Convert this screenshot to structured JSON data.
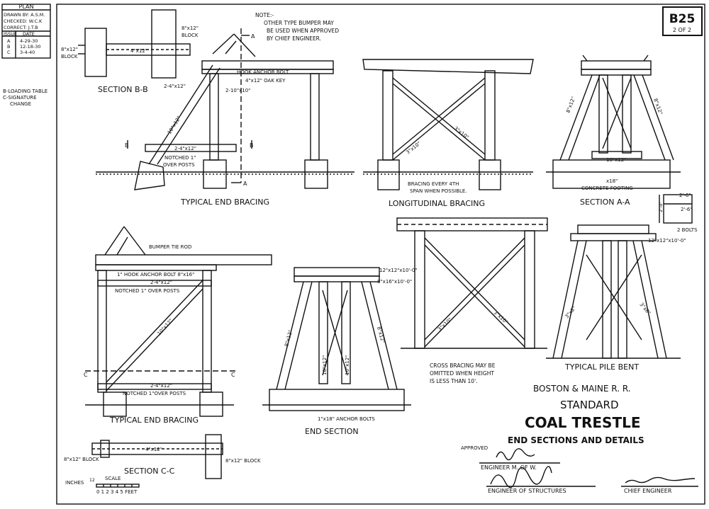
{
  "sheet": {
    "number": "B25",
    "sub": "2 OF 2"
  },
  "plan_box": {
    "title": "PLAN",
    "drawn_by": "DRAWN BY: A.S.M.",
    "checked": "CHECKED: W.C.K",
    "correct": "CORRECT: J.T.B",
    "col_issue": "ISSUE",
    "col_date": "DATE",
    "rows": [
      {
        "issue": "A",
        "date": "4-29-30"
      },
      {
        "issue": "B",
        "date": "12-18-30"
      },
      {
        "issue": "C",
        "date": "3-4-40"
      }
    ],
    "note_b": "B-LOADING TABLE",
    "note_c1": "C-SIGNATURE",
    "note_c2": "CHANGE"
  },
  "note": {
    "l1": "NOTE:-",
    "l2": "OTHER TYPE BUMPER MAY",
    "l3": "BE USED WHEN APPROVED",
    "l4": "BY CHIEF ENGINEER."
  },
  "views": {
    "section_bb": "SECTION B-B",
    "typical_end_bracing_top": "TYPICAL END BRACING",
    "longitudinal_bracing": "LONGITUDINAL BRACING",
    "section_aa": "SECTION A-A",
    "typical_end_bracing_bottom": "TYPICAL END BRACING",
    "end_section": "END SECTION",
    "typical_pile_bent": "TYPICAL PILE BENT",
    "section_cc": "SECTION C-C"
  },
  "labels": {
    "block_8x12_a": "8\"x12\"",
    "block_word_a": "BLOCK",
    "block_8x12_b": "8\"x12\"",
    "block_word_b": "BLOCK",
    "plank_4x12": "4\"x12\"",
    "hook_anchor": "HOOK ANCHOR BOLT",
    "oak_key": "4\"x12\" OAK KEY",
    "two_4x12": "2-4\"x12\"",
    "two_10x10": "2-10\"x10\"",
    "diag_10x12": "10\"x12\"",
    "notched_1": "NOTCHED 1\"",
    "over_posts": "OVER POSTS",
    "two_4x12_b": "2-4\"x12\"",
    "brace_3x10_a": "3\"x10\"",
    "brace_3x10_b": "3\"x10\"",
    "bracing_every_1": "BRACING EVERY 4TH",
    "bracing_every_2": "SPAN WHEN POSSIBLE.",
    "concrete_footing": "CONCRETE FOOTING",
    "x18": "x18\"",
    "aa_10x12": "10\"x12\"",
    "aa_8x12_a": "8\"x12\"",
    "aa_8x12_b": "8\"x12\"",
    "dim_2_6": "2'-6\"",
    "dim_2_6b": "2'-6\"",
    "dim_2_0": "2'-0\"",
    "two_bolts": "2 BOLTS",
    "tie_12x12": "12\"x12\"x10'-0\"",
    "bumper_tie_rod": "BUMPER TIE ROD",
    "hook_anchor_8x16": "1\" HOOK ANCHOR BOLT 8\"x16\"",
    "bot_two_4x12": "2-4\"x12\"",
    "notched_over_posts": "NOTCHED 1\" OVER POSTS",
    "bot_10x12": "10\"x12\"",
    "bot_two_4x12_b": "2-4\"x12\"",
    "notched_over_posts_b": "NOTCHED 1\"OVER POSTS",
    "end_12x12": "12\"x12\"x10'-0\"",
    "end_8x16": "8\"x16\"x10'-0\"",
    "end_8x12_a": "8\"x12\"",
    "end_8x12_b": "8\"x12\"",
    "end_10x12_a": "10\"x12\"",
    "end_10x12_b": "10\"x12\"",
    "anchor_bolts": "1\"x18\" ANCHOR BOLTS",
    "long_3x10_a": "3\"x10\"",
    "long_3x10_b": "3\"x10\"",
    "cross_bracing_1": "CROSS BRACING MAY BE",
    "cross_bracing_2": "OMITTED WHEN HEIGHT",
    "cross_bracing_3": "IS LESS THAN 10'.",
    "pile_3x8_a": "3\"x8\"",
    "pile_3x8_b": "3\"x8\"",
    "pile_12x12": "12\"x12\"x10'-0\"",
    "cc_8x12_a": "8\"x12\" BLOCK",
    "cc_8x12_b": "8\"x12\" BLOCK",
    "cc_4x12": "4\"x12\"",
    "scale_title": "SCALE",
    "scale_inches": "INCHES",
    "scale_12": "12",
    "scale_nums": "0 1 2 3 4 5  FEET",
    "sec_a": "A",
    "sec_a2": "A",
    "sec_b": "B",
    "sec_b2": "B",
    "sec_c": "C",
    "sec_c2": "C"
  },
  "title_block": {
    "railroad": "BOSTON & MAINE R. R.",
    "standard": "STANDARD",
    "main": "COAL TRESTLE",
    "sub": "END SECTIONS AND DETAILS",
    "approved": "APPROVED",
    "eng_mw": "ENGINEER M. OF W.",
    "eng_structures": "ENGINEER OF STRUCTURES",
    "chief": "CHIEF ENGINEER"
  }
}
